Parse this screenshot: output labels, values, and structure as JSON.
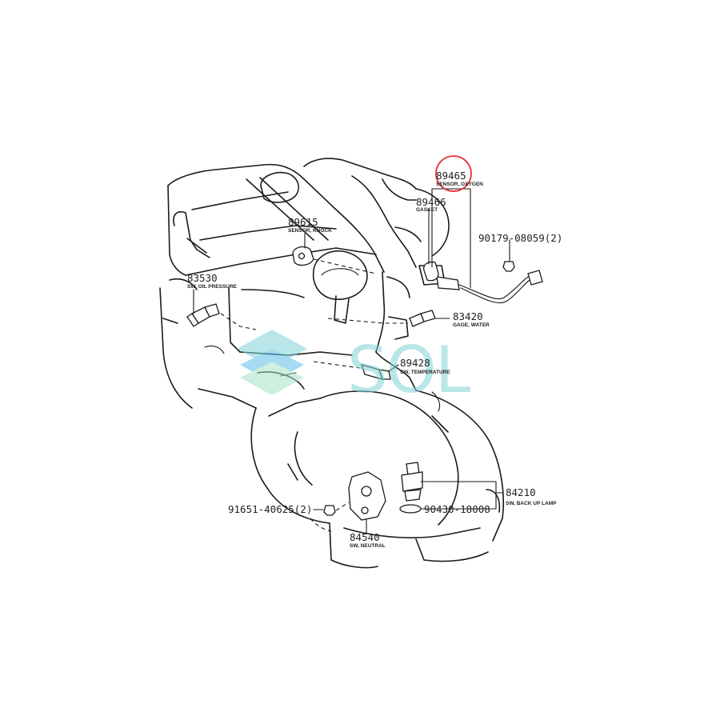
{
  "parts": {
    "p89465": {
      "number": "89465",
      "name": "SENSOR, OXYGEN"
    },
    "p89466": {
      "number": "89466",
      "name": "GASKET"
    },
    "p89615": {
      "number": "89615",
      "name": "SENSOR, KNOCK"
    },
    "p83530": {
      "number": "83530",
      "name": "SW, OIL PRESSURE"
    },
    "p83420": {
      "number": "83420",
      "name": "GAGE, WATER"
    },
    "p89428": {
      "number": "89428",
      "name": "SW, TEMPERATURE"
    },
    "p84210": {
      "number": "84210",
      "name": "SW, BACK UP LAMP"
    },
    "p84540": {
      "number": "84540",
      "name": "SW, NEUTRAL"
    },
    "p90179": {
      "number": "90179-08059(2)"
    },
    "p90430": {
      "number": "90430-18008"
    },
    "p91651": {
      "number": "91651-40625(2)"
    }
  },
  "watermark": {
    "text": "SOL",
    "color": "#7fd3d8"
  },
  "highlight": {
    "target": "89465",
    "color": "#e8343b"
  },
  "colors": {
    "line": "#1a1a1a",
    "background": "#ffffff"
  }
}
